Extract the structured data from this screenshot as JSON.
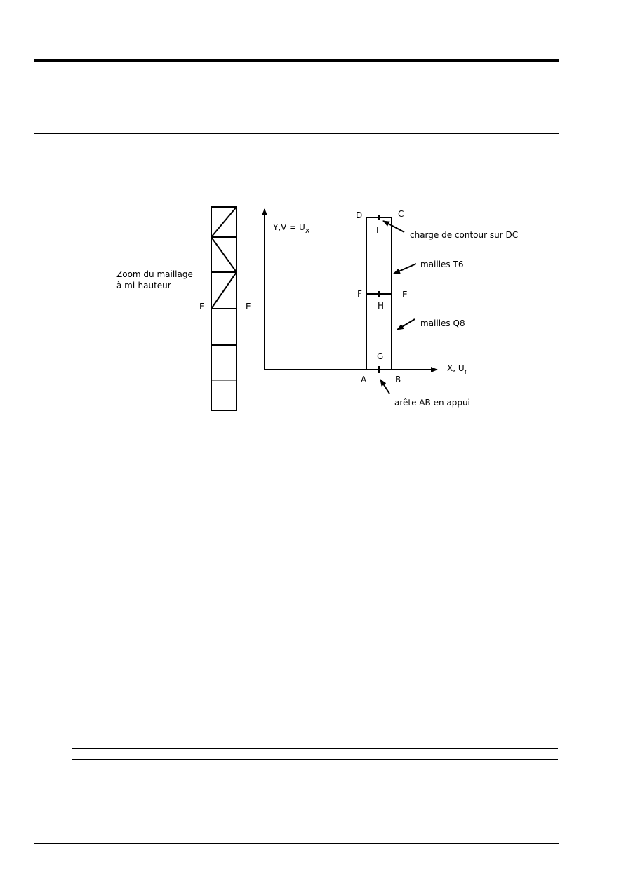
{
  "figure": {
    "mesh_zoom_caption_line1": "Zoom du maillage",
    "mesh_zoom_caption_line2": "à mi-hauteur",
    "mesh_label_left": "F",
    "mesh_label_right": "E",
    "y_axis_label": "Y,V = U",
    "y_axis_label_sub": "x",
    "x_axis_label": "X, U",
    "x_axis_label_sub": "r",
    "point_A": "A",
    "point_B": "B",
    "point_C": "C",
    "point_D": "D",
    "point_E": "E",
    "point_F": "F",
    "point_G": "G",
    "point_H": "H",
    "point_I": "I",
    "annotation_load": "charge de contour sur DC",
    "annotation_t6": "mailles T6",
    "annotation_q8": "mailles Q8",
    "annotation_support": "arête AB en appui"
  }
}
